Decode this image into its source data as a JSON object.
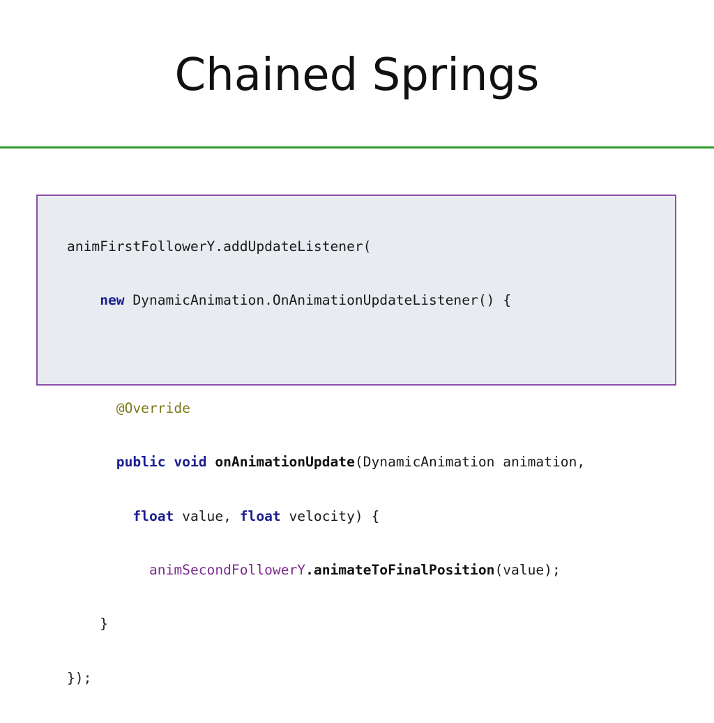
{
  "slide": {
    "title": "Chained Springs"
  },
  "code": {
    "l1_a": "animFirstFollowerY.addUpdateListener(",
    "l2_indent": "    ",
    "l2_kw": "new",
    "l2_b": " DynamicAnimation.OnAnimationUpdateListener() {",
    "l4_indent": "      ",
    "l4_ann": "@Override",
    "l5_indent": "      ",
    "l5_kw1": "public",
    "l5_sp": " ",
    "l5_kw2": "void",
    "l5_sp2": " ",
    "l5_method": "onAnimationUpdate",
    "l5_rest": "(DynamicAnimation animation,",
    "l6_indent": "        ",
    "l6_kw1": "float",
    "l6_mid": " value, ",
    "l6_kw2": "float",
    "l6_rest": " velocity) {",
    "l7_indent": "          ",
    "l7_field": "animSecondFollowerY",
    "l7_method": ".animateToFinalPosition",
    "l7_rest": "(value);",
    "l8": "    }",
    "l9": "});"
  },
  "colors": {
    "rule": "#2e9a2e",
    "box_border": "#8a4fa6",
    "box_bg": "#e8ebf0",
    "keyword": "#1a1f8f",
    "annotation": "#7a7a1a",
    "field": "#7b2b8c"
  }
}
